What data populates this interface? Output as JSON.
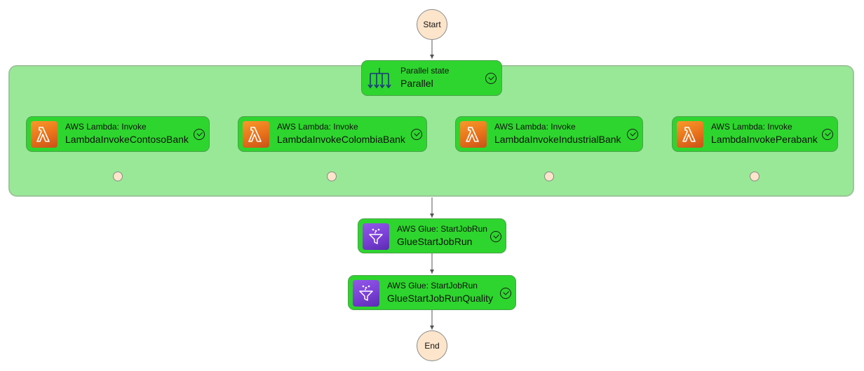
{
  "start": {
    "label": "Start"
  },
  "end": {
    "label": "End"
  },
  "parallel": {
    "type": "Parallel state",
    "name": "Parallel"
  },
  "branches": [
    {
      "type": "AWS Lambda: Invoke",
      "name": "LambdaInvokeContosoBank",
      "icon": "lambda-icon",
      "status": "success"
    },
    {
      "type": "AWS Lambda: Invoke",
      "name": "LambdaInvokeColombiaBank",
      "icon": "lambda-icon",
      "status": "success"
    },
    {
      "type": "AWS Lambda: Invoke",
      "name": "LambdaInvokeIndustrialBank",
      "icon": "lambda-icon",
      "status": "success"
    },
    {
      "type": "AWS Lambda: Invoke",
      "name": "LambdaInvokePerabank",
      "icon": "lambda-icon",
      "status": "success"
    }
  ],
  "glue_steps": [
    {
      "type": "AWS Glue: StartJobRun",
      "name": "GlueStartJobRun",
      "icon": "glue-icon",
      "status": "success"
    },
    {
      "type": "AWS Glue: StartJobRun",
      "name": "GlueStartJobRunQuality",
      "icon": "glue-icon",
      "status": "success"
    }
  ],
  "colors": {
    "succeeded_node": "#2ed52e",
    "parallel_region": "#99e897",
    "terminal": "#fde5cb",
    "edge": "#555555",
    "lambda_icon": "#e8711a",
    "glue_icon": "#7a3fd6"
  }
}
